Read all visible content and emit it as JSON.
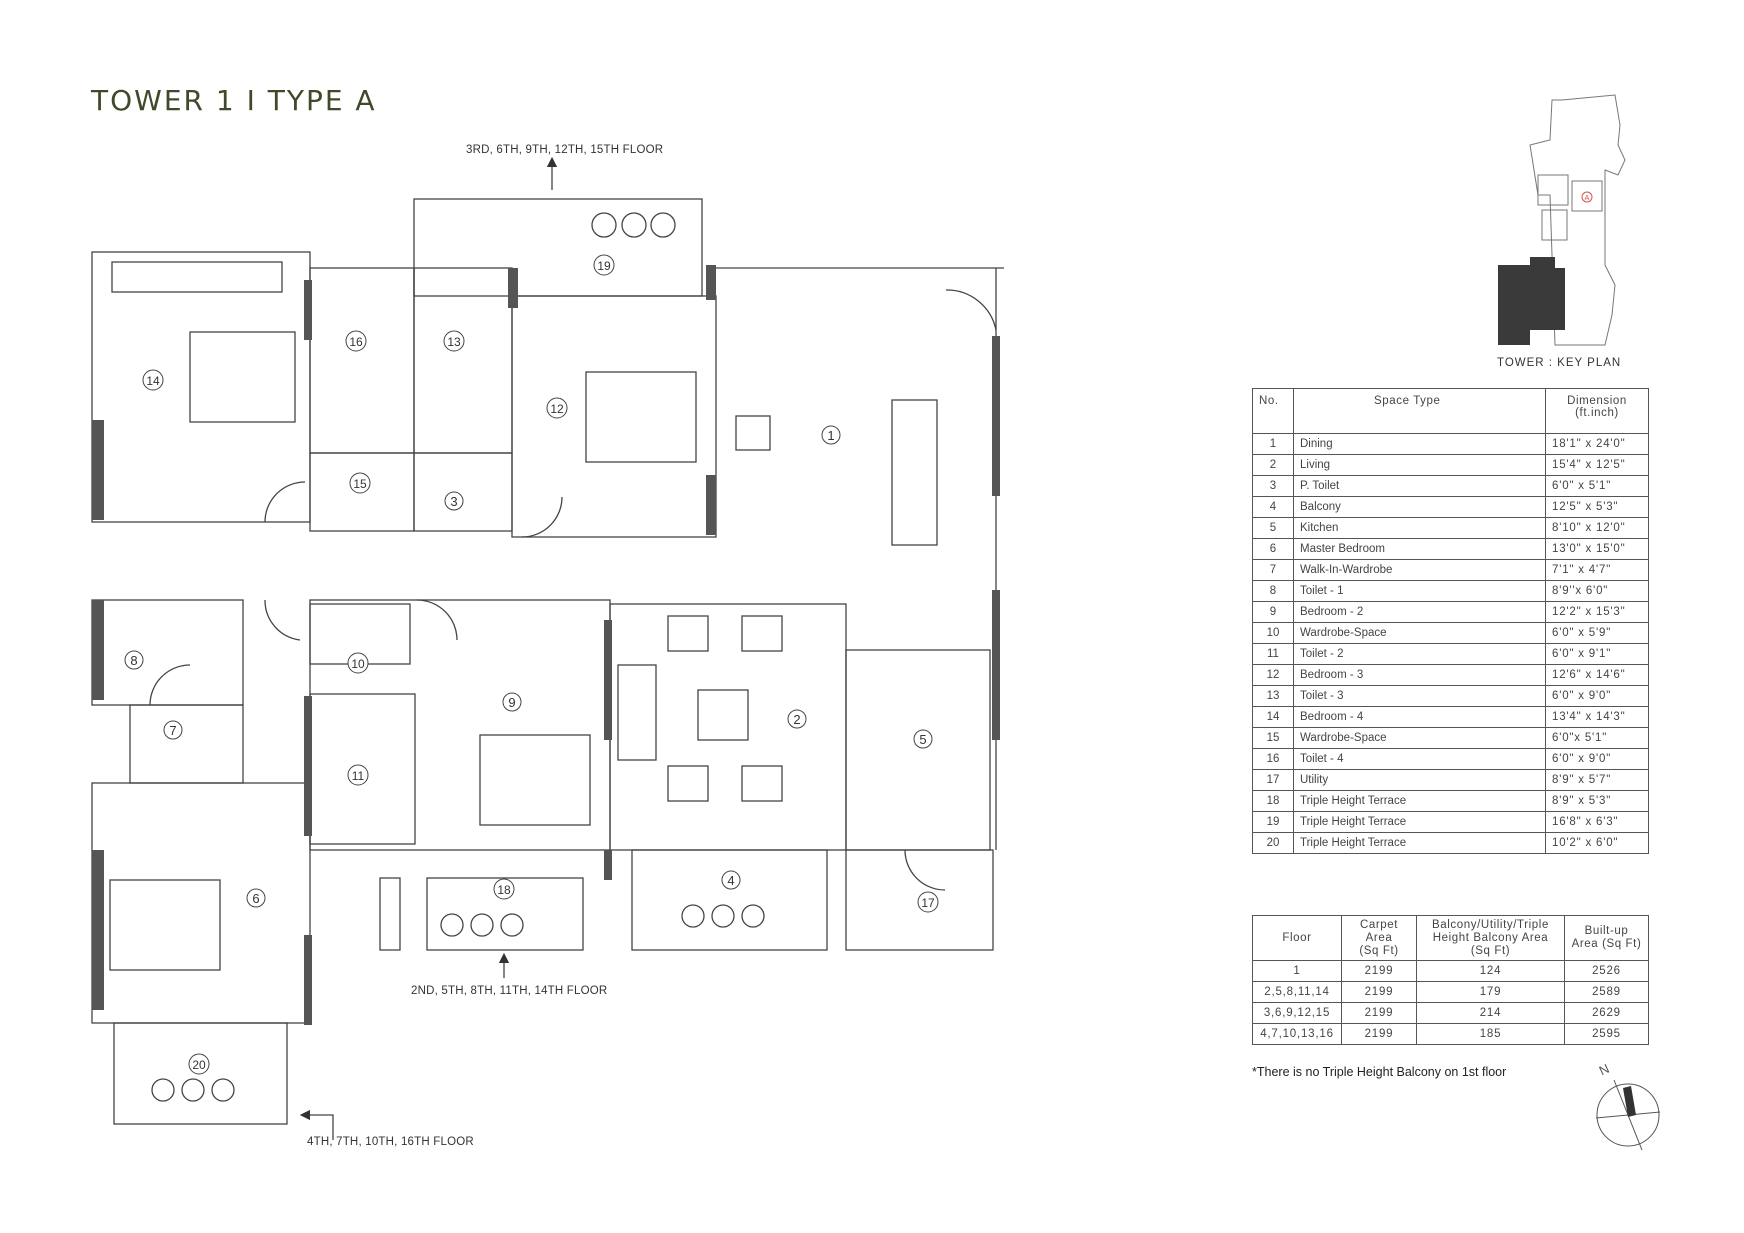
{
  "title": "TOWER 1 I TYPE A",
  "floor_labels": {
    "top": "3RD, 6TH, 9TH, 12TH, 15TH  FLOOR",
    "middle": "2ND, 5TH, 8TH, 11TH, 14TH  FLOOR",
    "bottom": "4TH, 7TH, 10TH, 16TH  FLOOR"
  },
  "rooms": [
    "1",
    "2",
    "3",
    "4",
    "5",
    "6",
    "7",
    "8",
    "9",
    "10",
    "11",
    "12",
    "13",
    "14",
    "15",
    "16",
    "17",
    "18",
    "19",
    "20"
  ],
  "key_plan": {
    "label": "TOWER  : KEY PLAN",
    "marker": "A",
    "marker_color": "#d9534f",
    "highlight_color": "#3a3a3a"
  },
  "compass": {
    "label": "N"
  },
  "space_table": {
    "headers": [
      "No.",
      "Space Type",
      "Dimension\n(ft.inch)"
    ],
    "rows": [
      {
        "no": "1",
        "type": "Dining",
        "dim": "18'1\" x 24'0\""
      },
      {
        "no": "2",
        "type": "Living",
        "dim": "15'4\" x 12'5\""
      },
      {
        "no": "3",
        "type": "P. Toilet",
        "dim": "6'0\" x 5'1\""
      },
      {
        "no": "4",
        "type": "Balcony",
        "dim": "12'5\" x 5'3\""
      },
      {
        "no": "5",
        "type": "Kitchen",
        "dim": "8'10\" x 12'0\""
      },
      {
        "no": "6",
        "type": "Master Bedroom",
        "dim": "13'0\" x 15'0\""
      },
      {
        "no": "7",
        "type": "Walk-In-Wardrobe",
        "dim": "7'1\" x 4'7\""
      },
      {
        "no": "8",
        "type": "Toilet - 1",
        "dim": "8'9''x 6'0\""
      },
      {
        "no": "9",
        "type": "Bedroom - 2",
        "dim": "12'2\" x 15'3\""
      },
      {
        "no": "10",
        "type": "Wardrobe-Space",
        "dim": "6'0\" x 5'9\""
      },
      {
        "no": "11",
        "type": "Toilet - 2",
        "dim": "6'0\" x 9'1\""
      },
      {
        "no": "12",
        "type": "Bedroom - 3",
        "dim": "12'6\" x 14'6\""
      },
      {
        "no": "13",
        "type": "Toilet - 3",
        "dim": "6'0\" x 9'0\""
      },
      {
        "no": "14",
        "type": "Bedroom - 4",
        "dim": "13'4\" x 14'3\""
      },
      {
        "no": "15",
        "type": "Wardrobe-Space",
        "dim": "6'0\"x 5'1\""
      },
      {
        "no": "16",
        "type": "Toilet - 4",
        "dim": "6'0\" x 9'0\""
      },
      {
        "no": "17",
        "type": "Utility",
        "dim": "8'9\" x 5'7\""
      },
      {
        "no": "18",
        "type": "Triple Height Terrace",
        "dim": "8'9\" x 5'3\""
      },
      {
        "no": "19",
        "type": "Triple Height Terrace",
        "dim": "16'8\" x 6'3\""
      },
      {
        "no": "20",
        "type": "Triple Height Terrace",
        "dim": "10'2\" x 6'0\""
      }
    ]
  },
  "area_table": {
    "headers": [
      "Floor",
      "Carpet Area\n(Sq Ft)",
      "Balcony/Utility/Triple\nHeight Balcony Area\n(Sq Ft)",
      "Built-up\nArea (Sq Ft)"
    ],
    "rows": [
      {
        "floor": "1",
        "carpet": "2199",
        "balcony": "124",
        "builtup": "2526"
      },
      {
        "floor": "2,5,8,11,14",
        "carpet": "2199",
        "balcony": "179",
        "builtup": "2589"
      },
      {
        "floor": "3,6,9,12,15",
        "carpet": "2199",
        "balcony": "214",
        "builtup": "2629"
      },
      {
        "floor": "4,7,10,13,16",
        "carpet": "2199",
        "balcony": "185",
        "builtup": "2595"
      }
    ]
  },
  "note": "*There is no Triple Height Balcony on 1st floor"
}
